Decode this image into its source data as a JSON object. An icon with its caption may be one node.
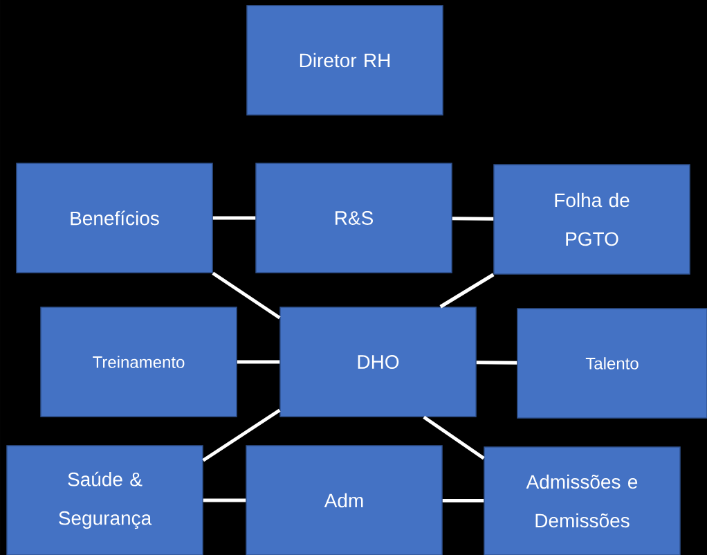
{
  "diagram": {
    "nodes": [
      {
        "text": [
          "Diretor RH"
        ]
      },
      {
        "text": [
          "Benefícios"
        ]
      },
      {
        "text": [
          "R&S"
        ]
      },
      {
        "text": [
          "Folha de PGTO"
        ]
      },
      {
        "text": [
          "Treinamento"
        ]
      },
      {
        "text": [
          "DHO"
        ]
      },
      {
        "text": [
          "Talento"
        ]
      },
      {
        "text": [
          "Saúde & Segurança"
        ]
      },
      {
        "text": [
          "Adm"
        ]
      },
      {
        "text": [
          "Admissões e Demissões"
        ]
      }
    ],
    "edges": [
      {
        "from": 1,
        "to": 2,
        "arrow": "none"
      },
      {
        "from": 2,
        "to": 3,
        "arrow": "none"
      },
      {
        "from": 1,
        "to": 5,
        "arrow": "none"
      },
      {
        "from": 3,
        "to": 5,
        "arrow": "none"
      },
      {
        "from": 4,
        "to": 5,
        "arrow": "none"
      },
      {
        "from": 5,
        "to": 6,
        "arrow": "none"
      },
      {
        "from": 5,
        "to": 7,
        "arrow": "none"
      },
      {
        "from": 5,
        "to": 9,
        "arrow": "none"
      },
      {
        "from": 7,
        "to": 8,
        "arrow": "none"
      },
      {
        "from": 8,
        "to": 9,
        "arrow": "none"
      }
    ]
  }
}
